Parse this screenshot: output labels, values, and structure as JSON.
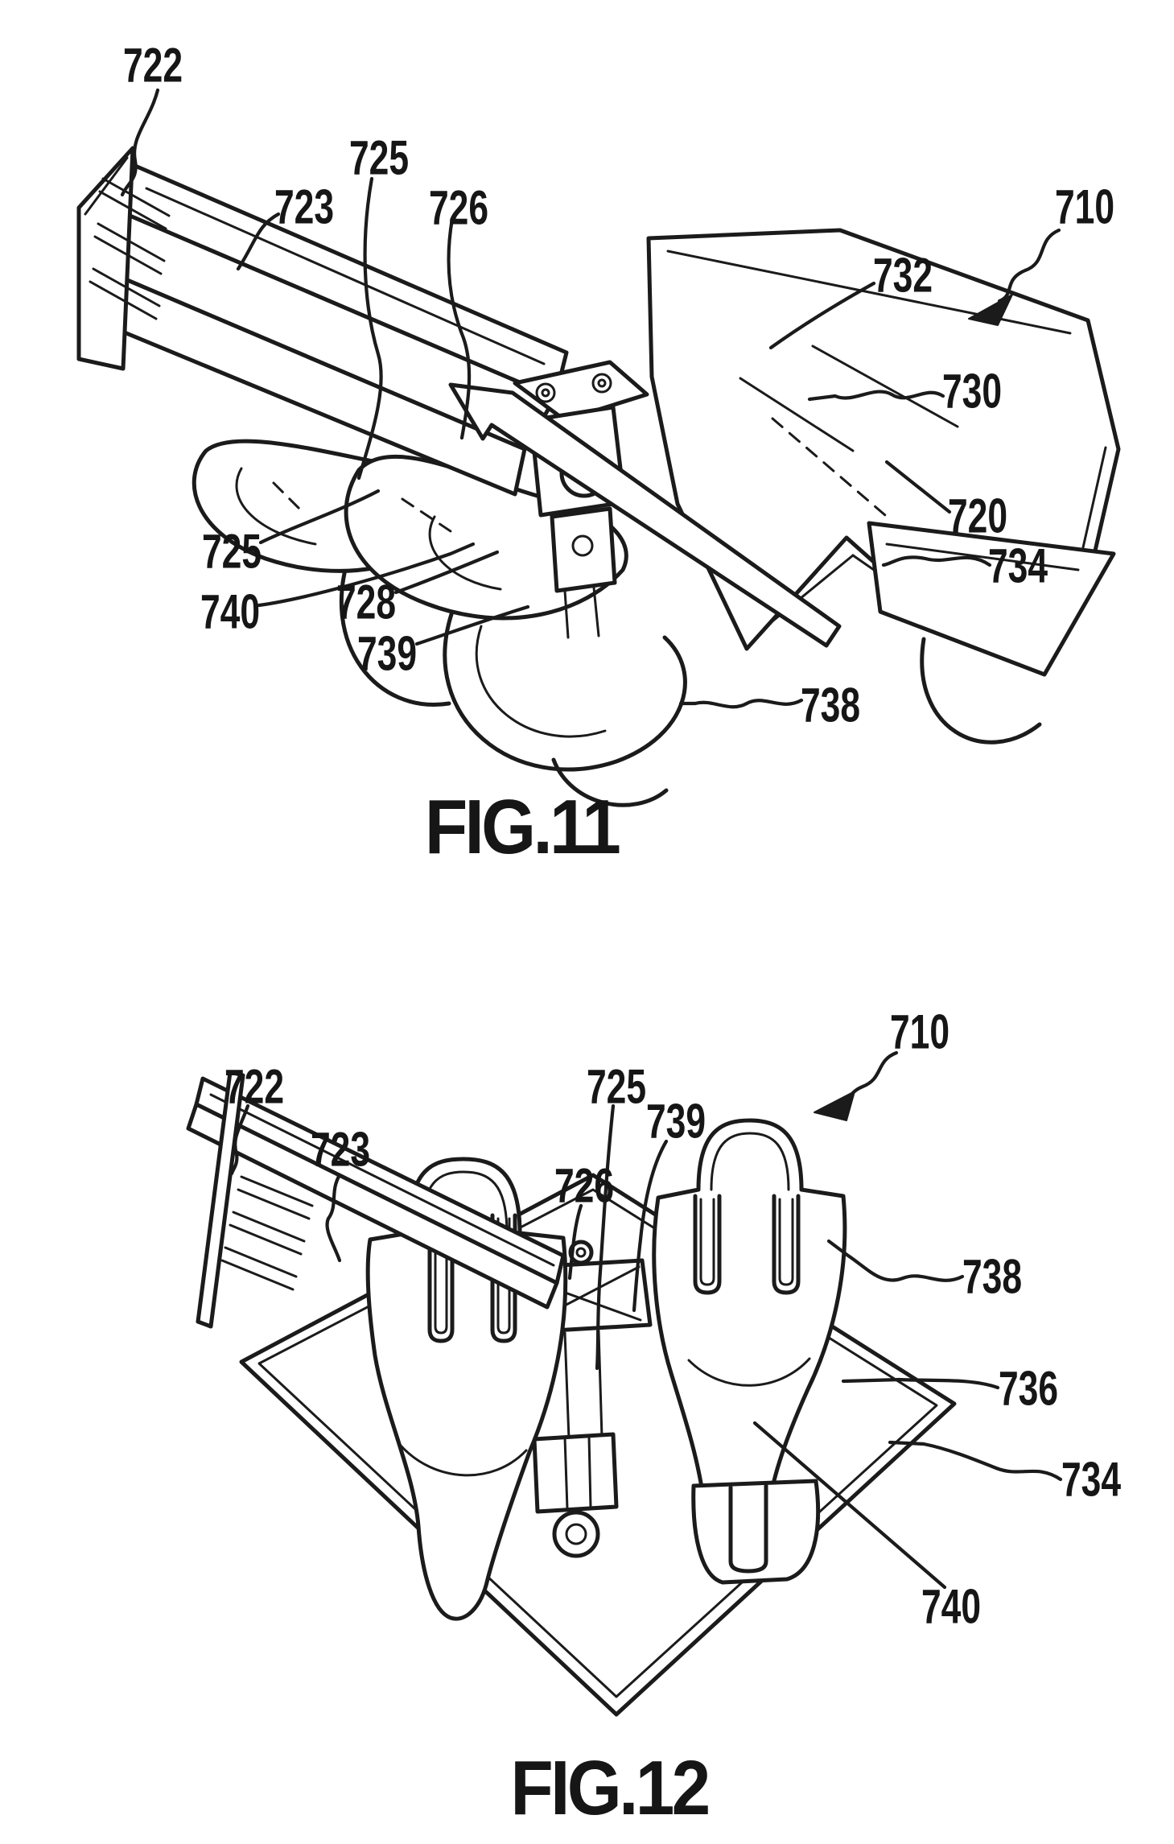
{
  "sheet": {
    "type": "patent-drawing-sheet",
    "background_color": "#ffffff",
    "ink_color": "#1b1b1b"
  },
  "figures": [
    {
      "caption": "FIG.11",
      "view": "perspective-view-of-mounting-assembly",
      "labels": [
        {
          "ref": "722"
        },
        {
          "ref": "725"
        },
        {
          "ref": "723"
        },
        {
          "ref": "726"
        },
        {
          "ref": "710"
        },
        {
          "ref": "732"
        },
        {
          "ref": "730"
        },
        {
          "ref": "720"
        },
        {
          "ref": "734"
        },
        {
          "ref": "725"
        },
        {
          "ref": "740"
        },
        {
          "ref": "728"
        },
        {
          "ref": "739"
        },
        {
          "ref": "738"
        }
      ]
    },
    {
      "caption": "FIG.12",
      "view": "top-view-of-mounting-assembly",
      "labels": [
        {
          "ref": "710"
        },
        {
          "ref": "722"
        },
        {
          "ref": "723"
        },
        {
          "ref": "725"
        },
        {
          "ref": "739"
        },
        {
          "ref": "726"
        },
        {
          "ref": "738"
        },
        {
          "ref": "736"
        },
        {
          "ref": "734"
        },
        {
          "ref": "740"
        }
      ]
    }
  ]
}
